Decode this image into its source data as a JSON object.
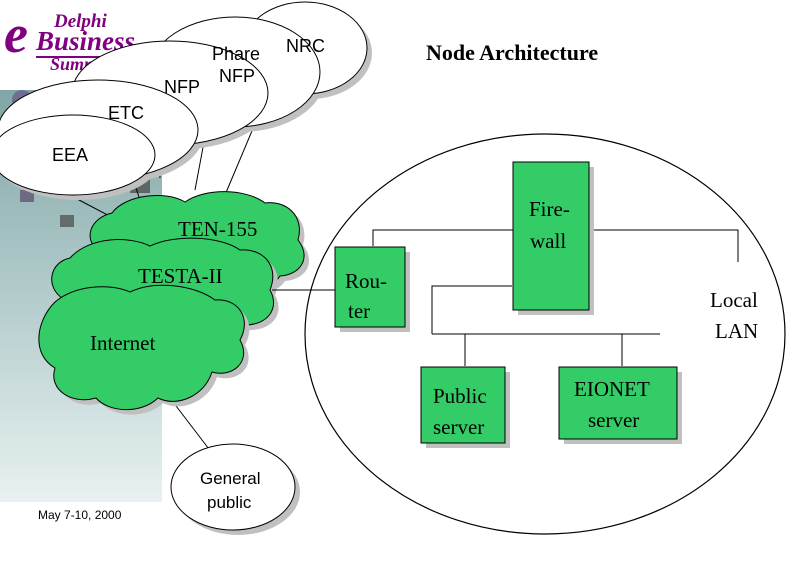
{
  "logo": {
    "line1": "Delphi",
    "letter": "e",
    "line2": "Business",
    "line3": "Summit"
  },
  "footer_date": "May 7-10, 2000",
  "title": "Node Architecture",
  "nodes": {
    "nrc": "NRC",
    "phare_nfp_line1": "Phare",
    "phare_nfp_line2": "NFP",
    "nfp": "NFP",
    "etc": "ETC",
    "eea": "EEA",
    "ten155": "TEN-155",
    "testa": "TESTA-II",
    "internet": "Internet",
    "router_line1": "Rou-",
    "router_line2": "ter",
    "firewall_line1": "Fire-",
    "firewall_line2": "wall",
    "local_lan_line1": "Local",
    "local_lan_line2": "LAN",
    "public_server_line1": "Public",
    "public_server_line2": "server",
    "eionet_server_line1": "EIONET",
    "eionet_server_line2": "server",
    "general_public_line1": "General",
    "general_public_line2": "public"
  },
  "colors": {
    "box_fill": "#33cc66",
    "shadow": "#c0c0c0",
    "sidebar_top": "#7fa6a6",
    "sidebar_bottom": "#e6f0f0",
    "logo_text": "#800080"
  }
}
